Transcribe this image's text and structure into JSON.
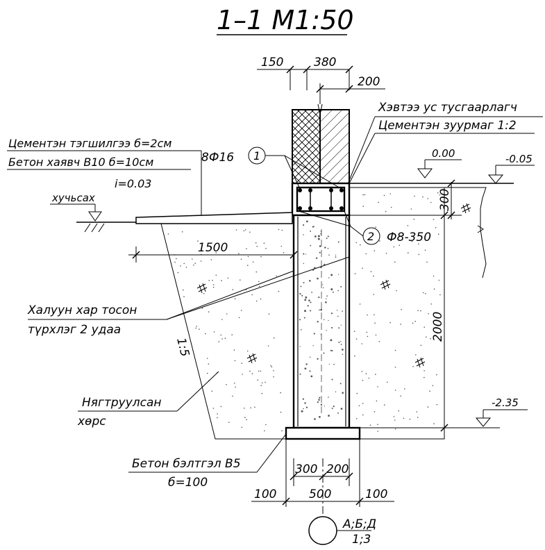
{
  "title": "1–1   M1:50",
  "labels": {
    "waterproof": "Хэвтээ ус тусгаарлагч",
    "mortar": "Цементэн зуурмаг 1:2",
    "cement_screed": "Цементэн тэгшилгээ б=2см",
    "concrete_pavement": "Бетон хаявч B10 б=10см",
    "slope": "i=0.03",
    "rebar_main": "8Ф16",
    "rebar_stirrup": "Ф8-350",
    "marker_1": "1",
    "marker_2": "2",
    "ground": "хучьсах",
    "bitumen_line1": "Халуун хар тосон",
    "bitumen_line2": "түрхлэг 2 удаа",
    "compacted_line1": "Нягтруулсан",
    "compacted_line2": "хөрс",
    "slope_ratio": "1:5",
    "footing_line1": "Бетон бэлтгэл B5",
    "footing_line2": "б=100",
    "axis_top": "А;Б;Д",
    "axis_bottom": "1;3"
  },
  "dimensions": {
    "d150": "150",
    "d380": "380",
    "d200_top": "200",
    "d300_beam": "300",
    "d1500": "1500",
    "d2000": "2000",
    "d300_bottom": "300",
    "d200_bottom": "200",
    "d100_left": "100",
    "d500": "500",
    "d100_right": "100"
  },
  "levels": {
    "zero": "0.00",
    "ground": "-0.05",
    "bottom": "-2.35"
  }
}
